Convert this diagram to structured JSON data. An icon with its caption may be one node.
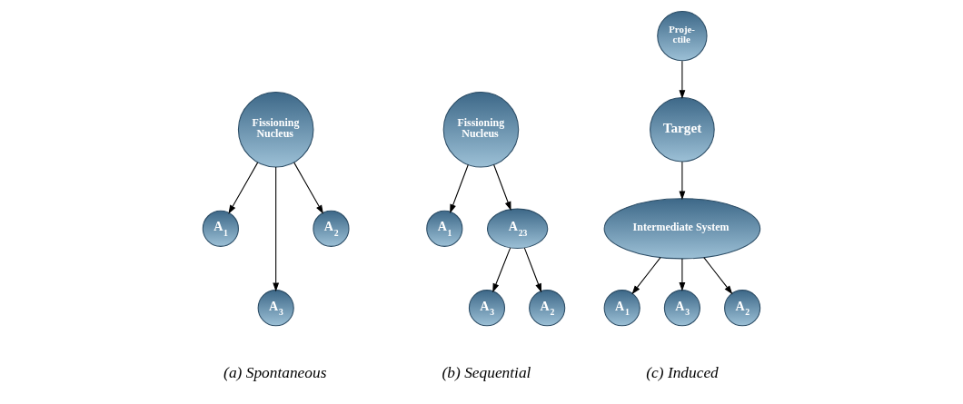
{
  "diagram": {
    "nodes": [
      {
        "text": [
          "Fissioning Nucleus"
        ]
      },
      {
        "text": [
          "A$_{1}$"
        ]
      },
      {
        "text": [
          "A$_{3}$"
        ]
      },
      {
        "text": [
          "A$_{2}$"
        ]
      },
      {
        "text": [
          "Fissioning Nucleus"
        ]
      },
      {
        "text": [
          "A$_{1}$"
        ]
      },
      {
        "text": [
          "A$_{23}$"
        ]
      },
      {
        "text": [
          "A$_{3}$"
        ]
      },
      {
        "text": [
          "A$_{2}$"
        ]
      },
      {
        "text": [
          "Proje- ctile"
        ]
      },
      {
        "text": [
          "Target"
        ]
      },
      {
        "text": [
          "Intermediate System"
        ]
      },
      {
        "text": [
          "A$_{1}$"
        ]
      },
      {
        "text": [
          "A$_{3}$"
        ]
      },
      {
        "text": [
          "A$_{2}$"
        ]
      }
    ],
    "edges": [
      {
        "from": 0,
        "to": 1,
        "arrow": "to"
      },
      {
        "from": 0,
        "to": 2,
        "arrow": "to"
      },
      {
        "from": 0,
        "to": 3,
        "arrow": "to"
      },
      {
        "from": 4,
        "to": 5,
        "arrow": "to"
      },
      {
        "from": 4,
        "to": 6,
        "arrow": "to"
      },
      {
        "from": 6,
        "to": 7,
        "arrow": "to"
      },
      {
        "from": 6,
        "to": 8,
        "arrow": "to"
      },
      {
        "from": 9,
        "to": 10,
        "arrow": "to"
      },
      {
        "from": 10,
        "to": 11,
        "arrow": "to"
      },
      {
        "from": 11,
        "to": 12,
        "arrow": "to"
      },
      {
        "from": 11,
        "to": 13,
        "arrow": "to"
      },
      {
        "from": 11,
        "to": 14,
        "arrow": "to"
      }
    ],
    "labels": [
      "(a) Spontaneous",
      "(b) Sequential",
      "(c) Induced"
    ]
  }
}
